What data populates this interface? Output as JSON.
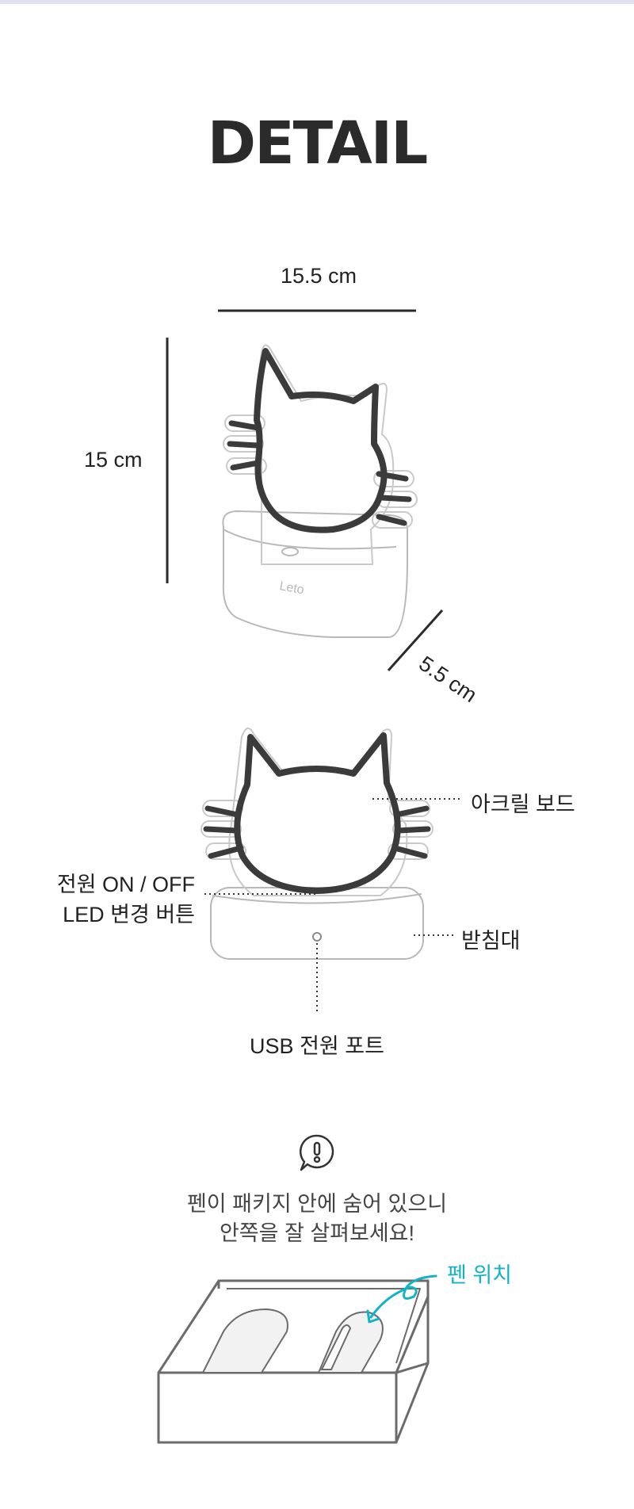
{
  "header": {
    "title": "DETAIL"
  },
  "dimensions": {
    "width": "15.5 cm",
    "height": "15 cm",
    "depth": "5.5 cm"
  },
  "product": {
    "brand_logo": "Leto"
  },
  "parts": {
    "acrylic_board": "아크릴 보드",
    "power_button_line1": "전원 ON / OFF",
    "power_button_line2": "LED 변경 버튼",
    "stand": "받침대",
    "usb_port": "USB 전원 포트"
  },
  "notice": {
    "line1": "펜이 패키지 안에 숨어 있으니",
    "line2": "안쪽을 잘 살펴보세요!",
    "pen_location": "펜 위치"
  },
  "colors": {
    "accent": "#12b3c5",
    "text": "#333333",
    "line": "#2b2b2b"
  }
}
